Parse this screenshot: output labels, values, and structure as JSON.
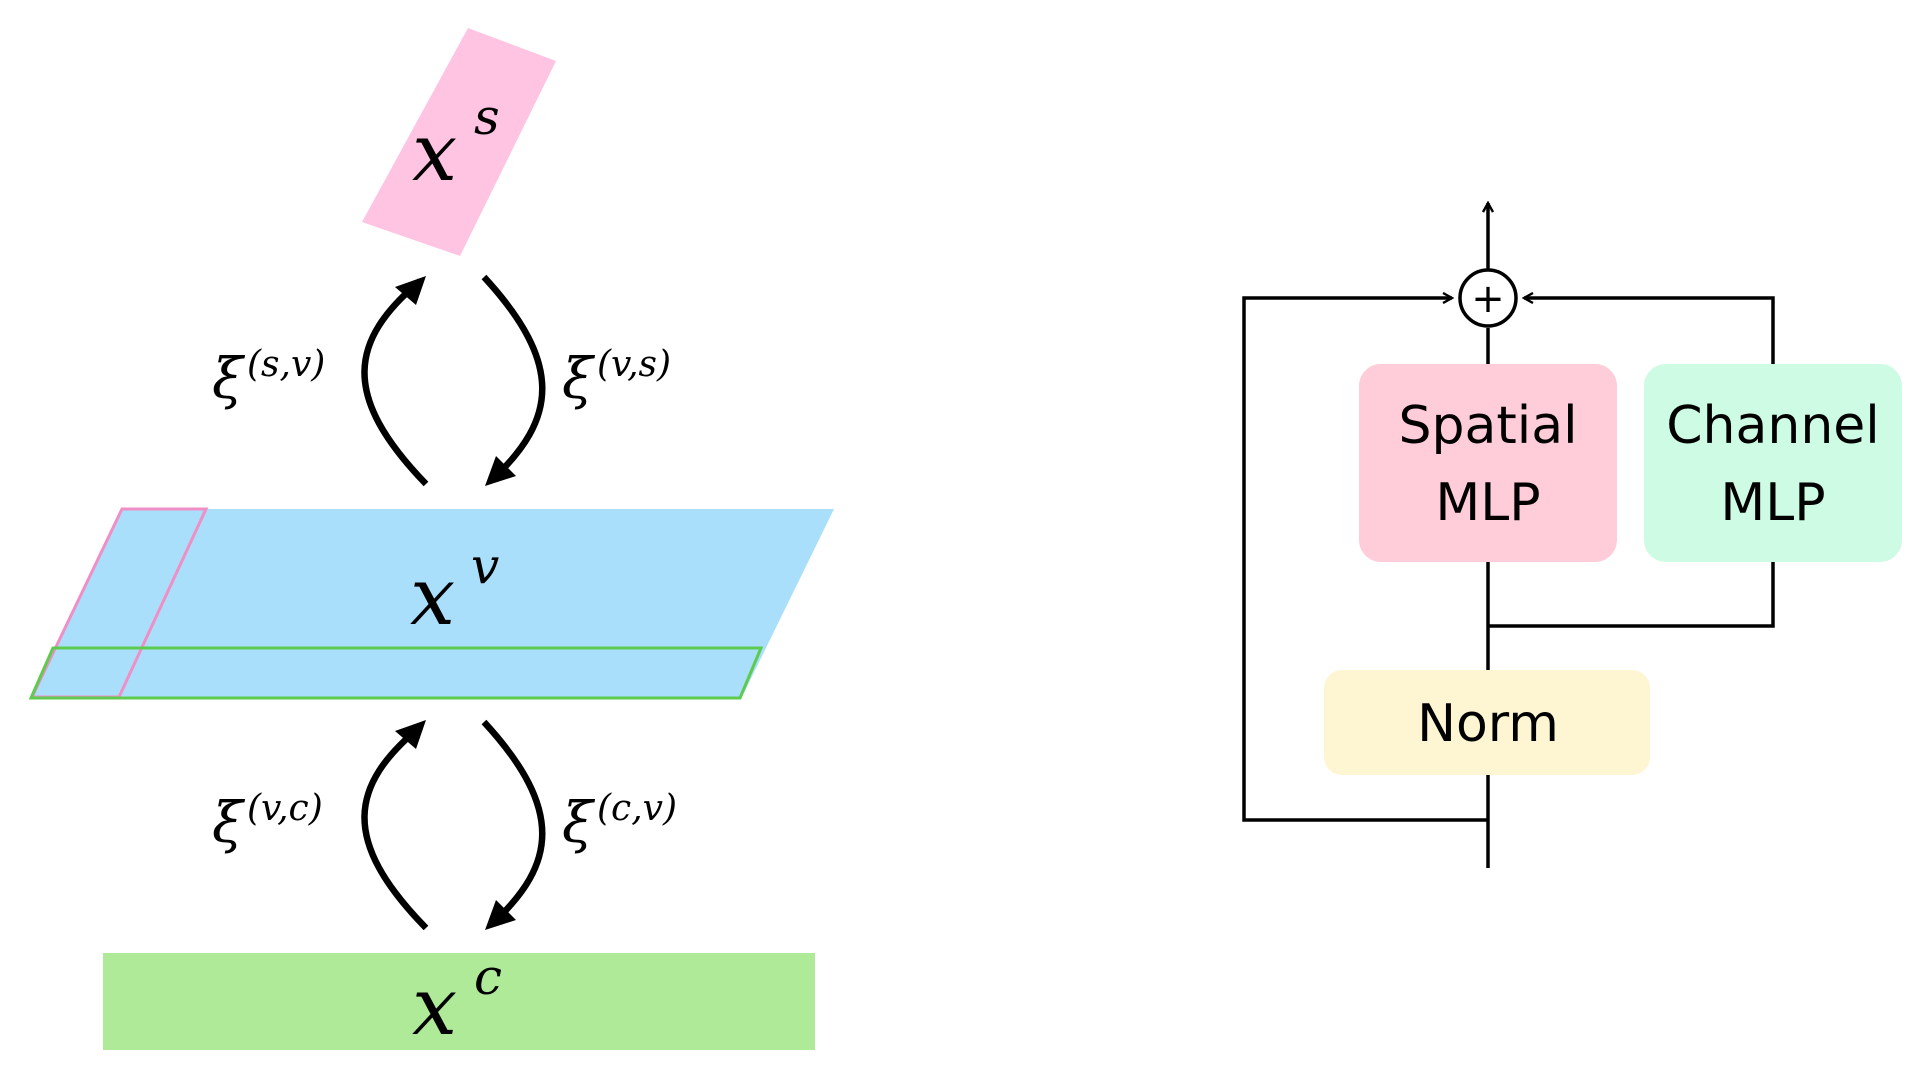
{
  "left_diagram": {
    "nodes": {
      "spatial": {
        "base": "x",
        "sup": "s",
        "color": "#ffc4e2"
      },
      "vertex": {
        "base": "x",
        "sup": "v",
        "color": "#aadffb",
        "patch_outline_color": "#f08fc6",
        "band_outline_color": "#5dcb4e"
      },
      "channel": {
        "base": "x",
        "sup": "c",
        "color": "#aeea98"
      }
    },
    "edges": [
      {
        "base": "ξ",
        "sup": "(s,v)"
      },
      {
        "base": "ξ",
        "sup": "(v,s)"
      },
      {
        "base": "ξ",
        "sup": "(v,c)"
      },
      {
        "base": "ξ",
        "sup": "(c,v)"
      }
    ]
  },
  "right_diagram": {
    "plus_symbol": "+",
    "blocks": {
      "spatial_mlp": {
        "line1": "Spatial",
        "line2": "MLP",
        "color": "#ffccd9"
      },
      "channel_mlp": {
        "line1": "Channel",
        "line2": "MLP",
        "color": "#cdfbe3"
      },
      "norm": {
        "label": "Norm",
        "color": "#fef5d3"
      }
    }
  }
}
